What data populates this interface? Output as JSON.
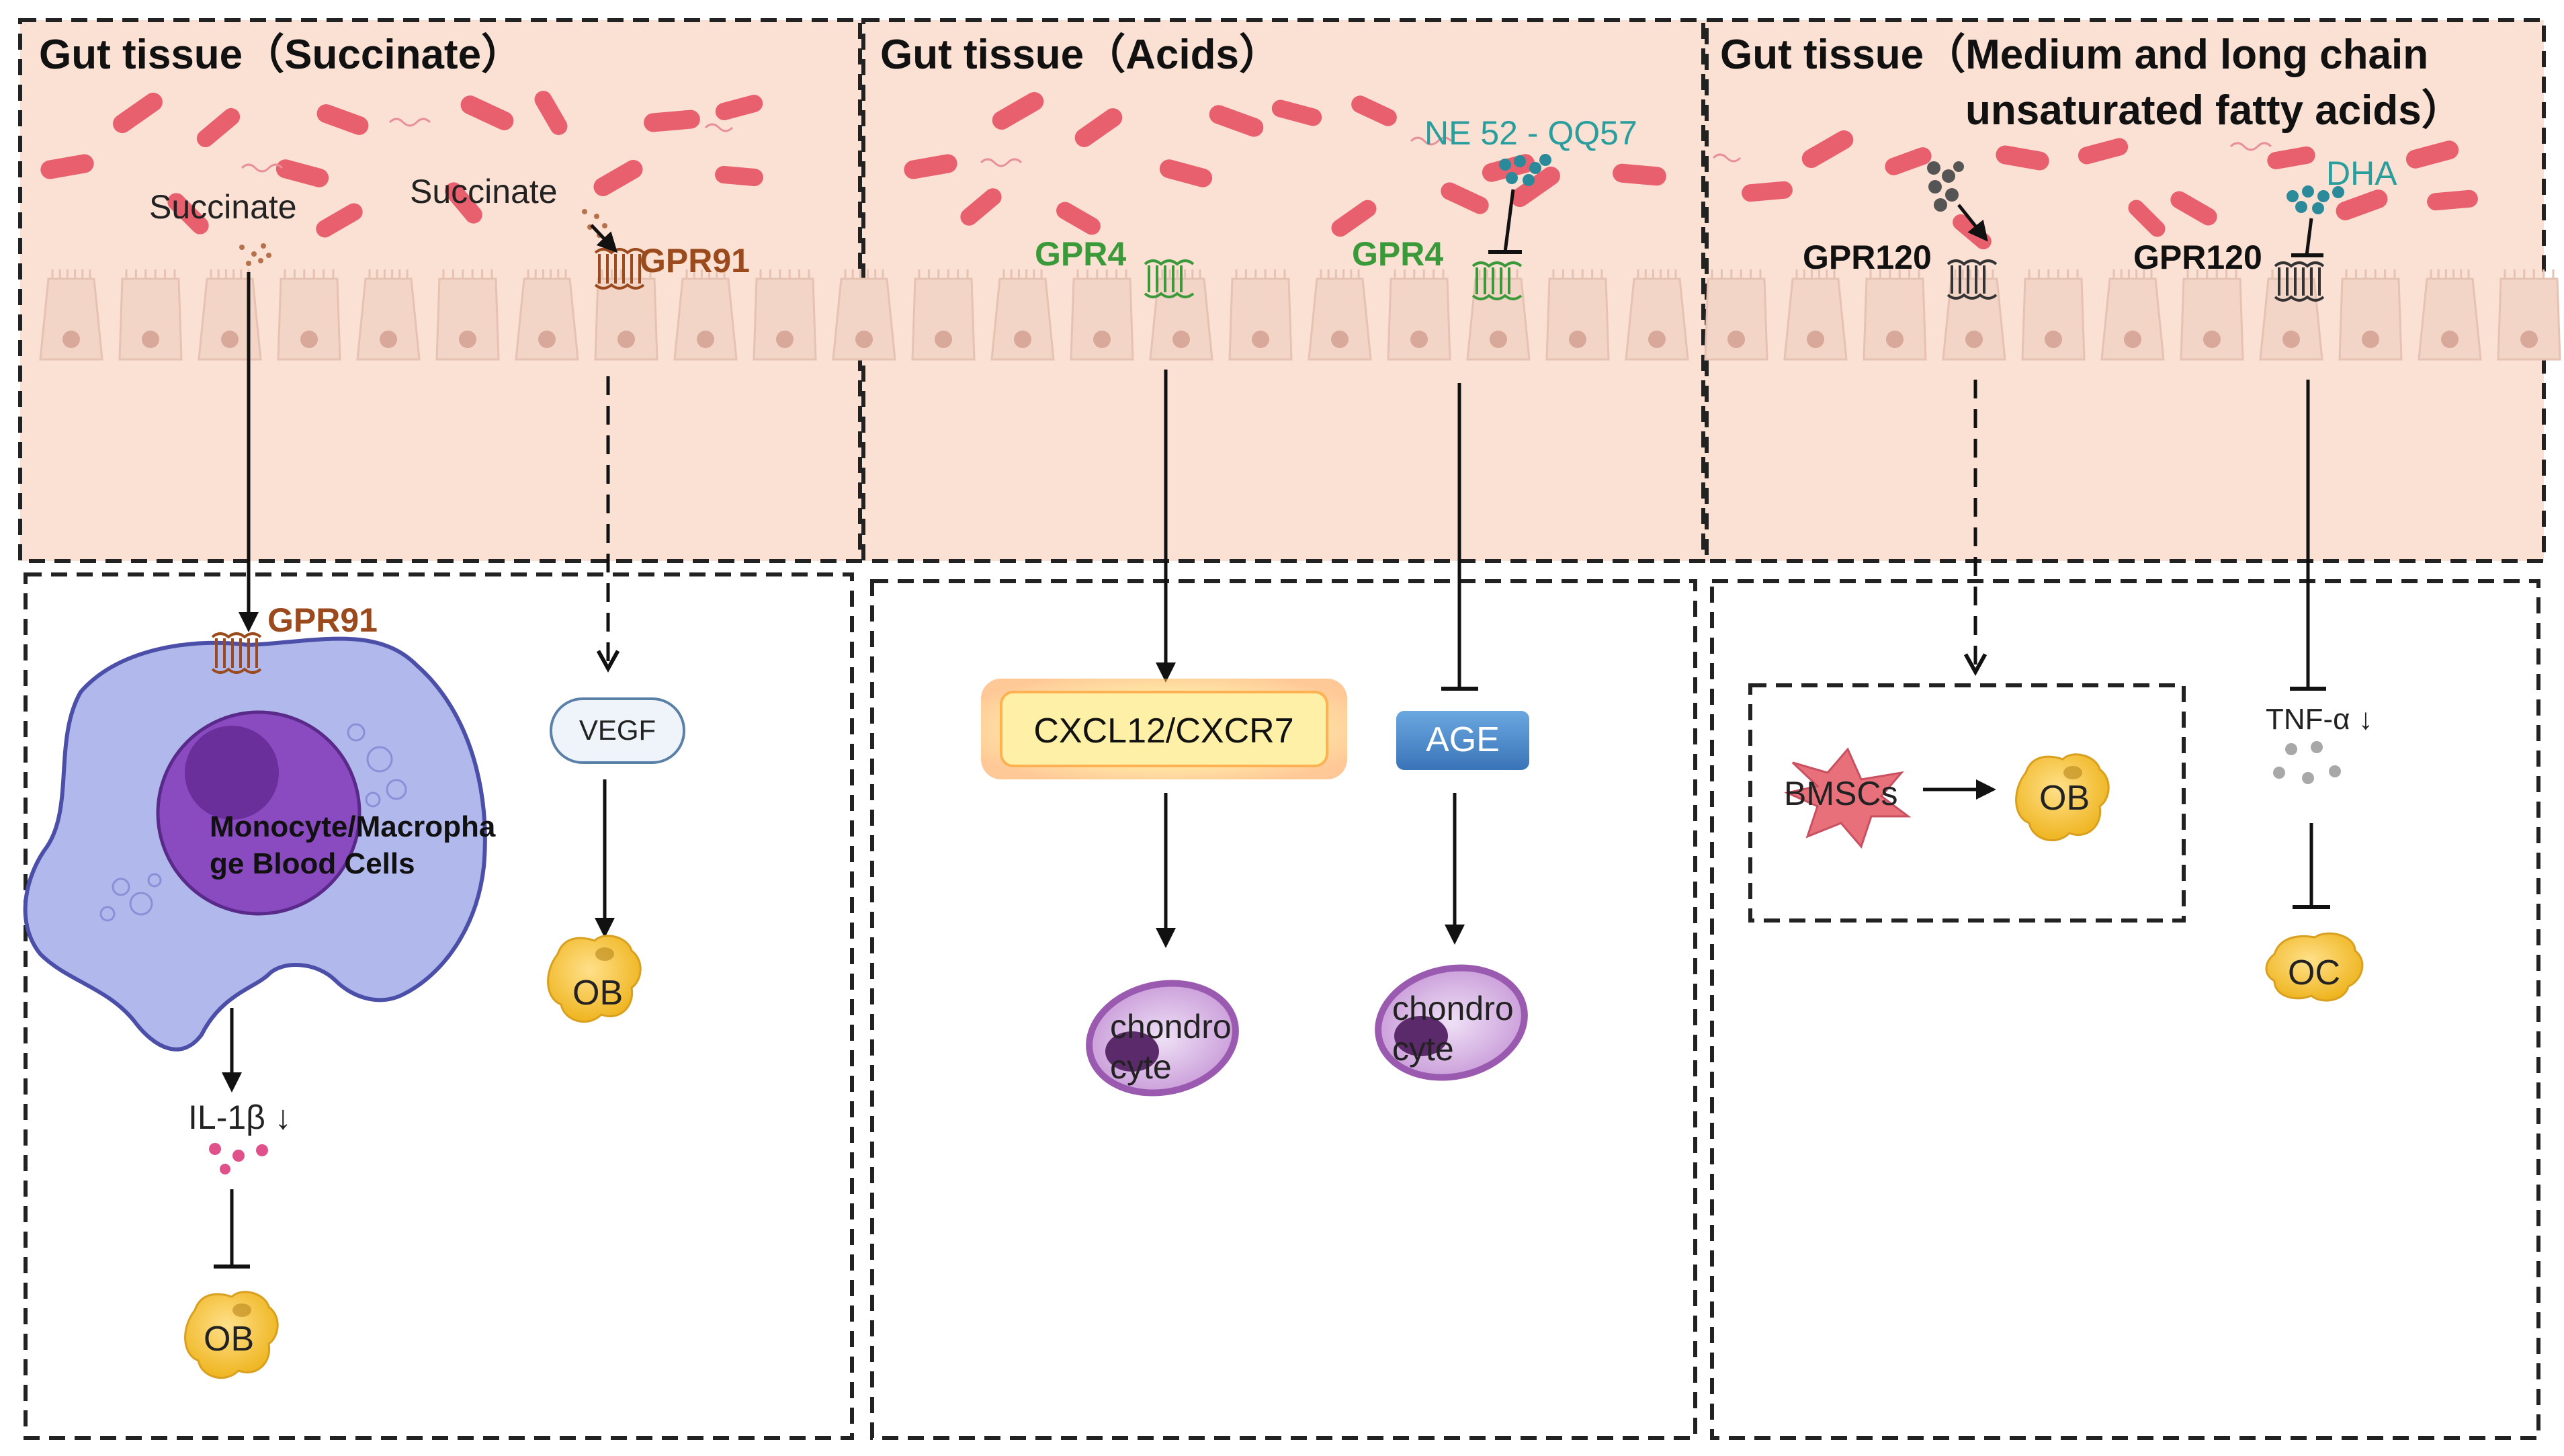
{
  "colors": {
    "gut_background": "#fbe0d4",
    "bacteria": "#e8606e",
    "gpr91": "#9a4a1c",
    "gpr4": "#3a9a3a",
    "teal": "#2a9d9d",
    "monocyte": "#b0b8ec",
    "nucleus": "#8a4bc0",
    "osteoblast": "#f2c030",
    "age_box": "#4a86c8",
    "bmsc": "#e8707a",
    "il1b_dots": "#e0508a"
  },
  "panels": [
    {
      "title": "Gut tissue（Succinate）",
      "labels": {
        "succinate_left": "Succinate",
        "succinate_right": "Succinate",
        "receptor_gut": "GPR91",
        "receptor_blood": "GPR91",
        "monocyte": [
          "Monocyte/Macropha",
          "ge Blood Cells"
        ],
        "il1b": "IL-1β ↓",
        "vegf": "VEGF",
        "ob_left": "OB",
        "ob_right": "OB"
      }
    },
    {
      "title": "Gut tissue（Acids）",
      "labels": {
        "bacterium": "NE 52 - QQ57",
        "receptor_left": "GPR4",
        "receptor_right": "GPR4",
        "cxcl": "CXCL12/CXCR7",
        "age": "AGE",
        "chondrocyte_left": [
          "chondro",
          "cyte"
        ],
        "chondrocyte_right": [
          "chondro",
          "cyte"
        ]
      }
    },
    {
      "title": [
        "Gut tissue（Medium and long chain",
        "unsaturated fatty acids）"
      ],
      "labels": {
        "dha": "DHA",
        "receptor_left": "GPR120",
        "receptor_right": "GPR120",
        "bmscs": "BMSCs",
        "ob": "OB",
        "tnf": "TNF-α ↓",
        "oc": "OC"
      }
    }
  ]
}
